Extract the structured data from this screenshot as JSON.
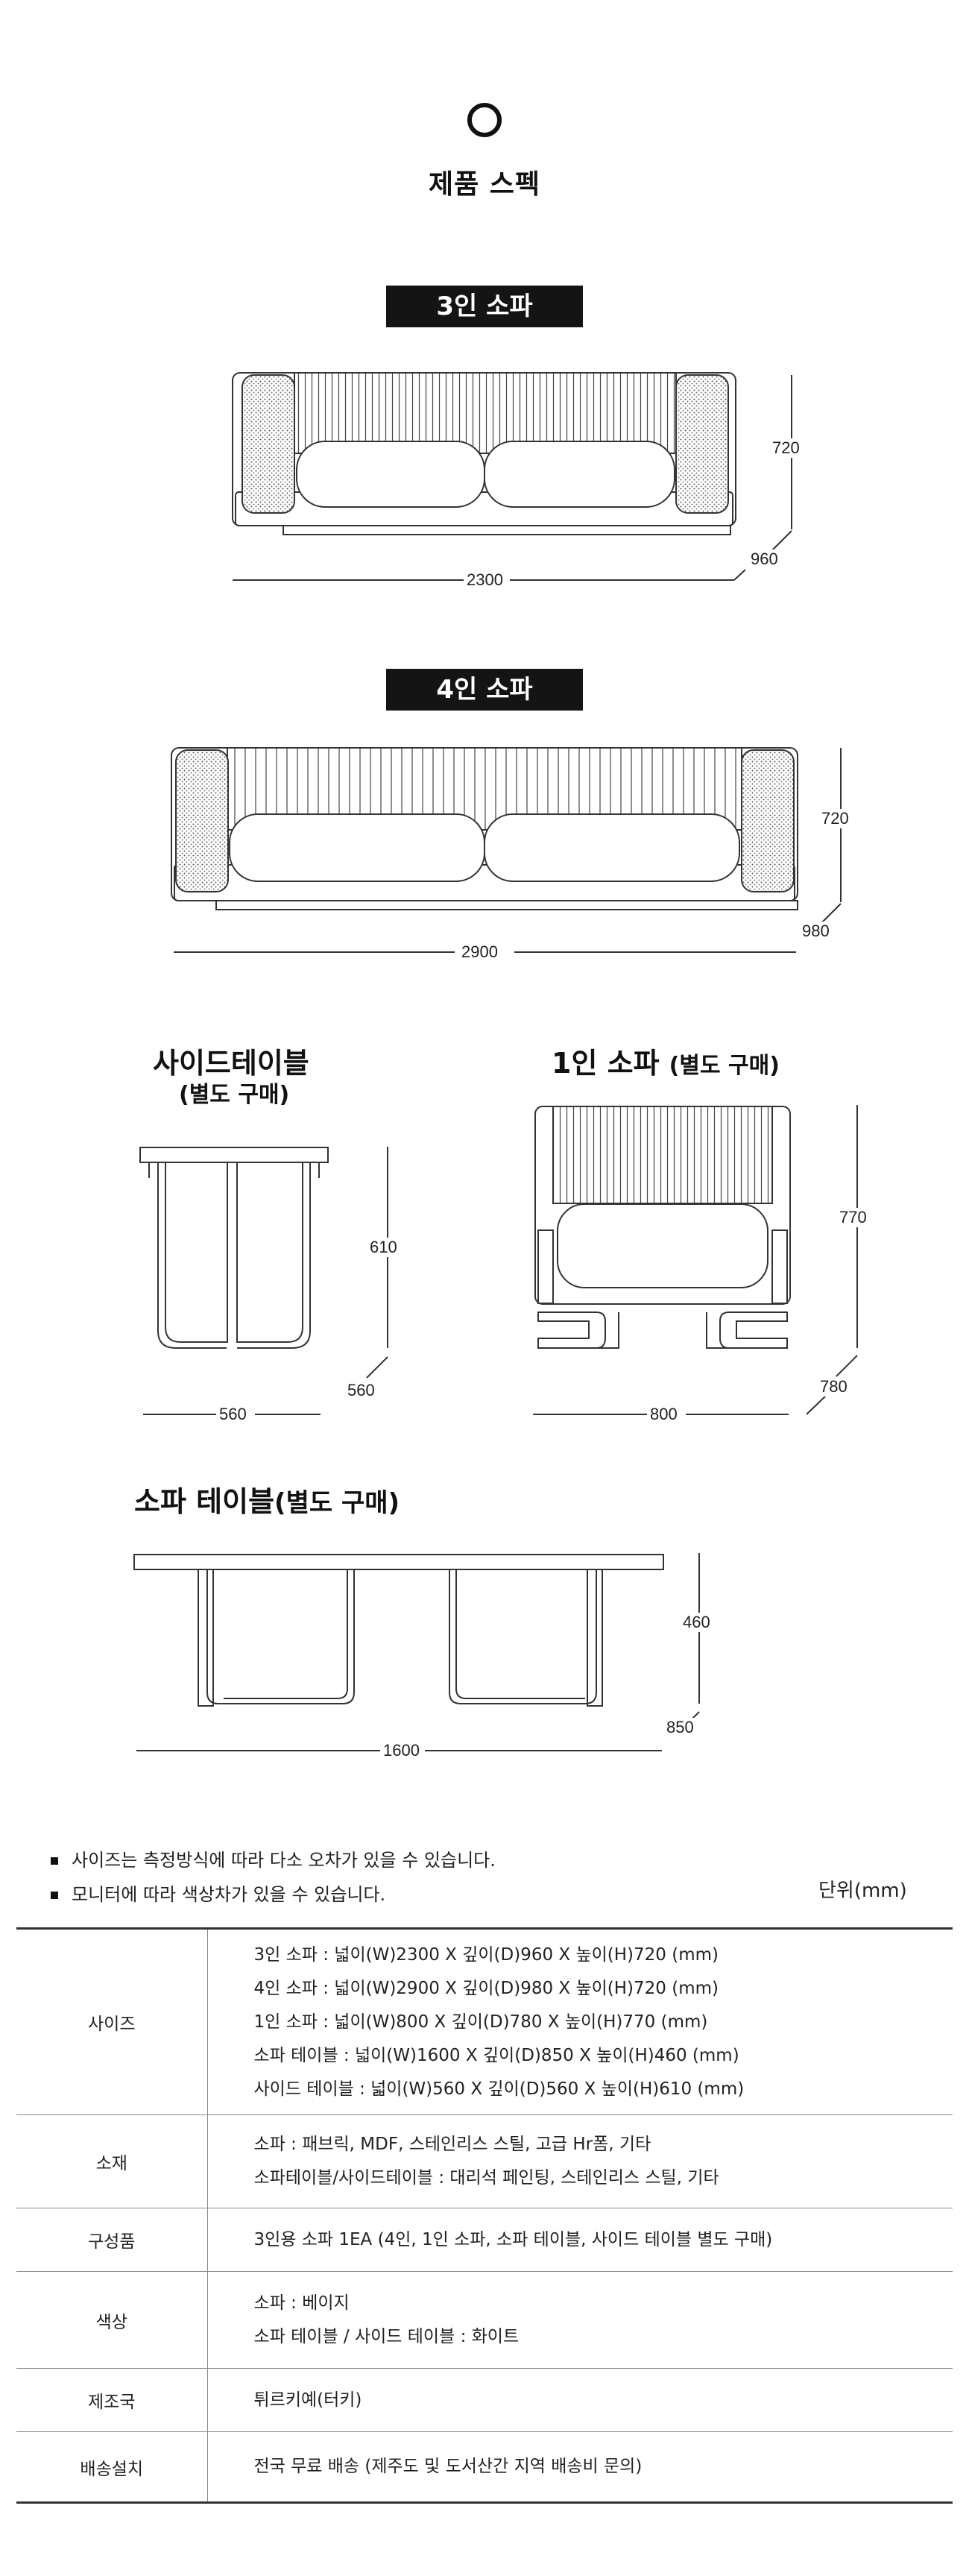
{
  "header": {
    "title": "제품 스펙"
  },
  "sofa3": {
    "label": "3인 소파",
    "height": "720",
    "depth": "960",
    "width": "2300"
  },
  "sofa4": {
    "label": "4인 소파",
    "height": "720",
    "depth": "980",
    "width": "2900"
  },
  "side_table": {
    "title": "사이드테이블",
    "subtitle": "(별도 구매)",
    "height": "610",
    "depth": "560",
    "width": "560"
  },
  "sofa1": {
    "title": "1인 소파",
    "subtitle": "(별도 구매)",
    "height": "770",
    "depth": "780",
    "width": "800"
  },
  "sofa_table": {
    "title": "소파 테이블",
    "subtitle": "(별도 구매)",
    "height": "460",
    "depth": "850",
    "width": "1600"
  },
  "notes": [
    "사이즈는 측정방식에 따라 다소 오차가 있을 수 있습니다.",
    "모니터에 따라 색상차가 있을 수 있습니다."
  ],
  "unit": "단위(mm)",
  "spec_table": {
    "size": {
      "label": "사이즈",
      "lines": [
        "3인 소파 : 넓이(W)2300 X 깊이(D)960 X 높이(H)720 (mm)",
        "4인 소파 : 넓이(W)2900 X 깊이(D)980 X 높이(H)720 (mm)",
        "1인 소파 : 넓이(W)800 X 깊이(D)780 X 높이(H)770 (mm)",
        "소파 테이블 : 넓이(W)1600 X 깊이(D)850 X 높이(H)460 (mm)",
        "사이드 테이블 : 넓이(W)560 X 깊이(D)560 X 높이(H)610 (mm)"
      ]
    },
    "material": {
      "label": "소재",
      "lines": [
        "소파 : 패브릭, MDF, 스테인리스 스틸, 고급 Hr폼, 기타",
        "소파테이블/사이드테이블 : 대리석 페인팅, 스테인리스 스틸,  기타"
      ]
    },
    "components": {
      "label": "구성품",
      "lines": [
        "3인용 소파 1EA (4인, 1인 소파, 소파 테이블, 사이드 테이블 별도 구매)"
      ]
    },
    "color": {
      "label": "색상",
      "lines": [
        "소파 : 베이지",
        "소파 테이블 / 사이드 테이블 : 화이트"
      ]
    },
    "origin": {
      "label": "제조국",
      "lines": [
        "튀르키예(터키)"
      ]
    },
    "delivery": {
      "label": "배송설치",
      "lines": [
        "전국 무료 배송 (제주도 및 도서산간 지역 배송비 문의)"
      ]
    }
  }
}
